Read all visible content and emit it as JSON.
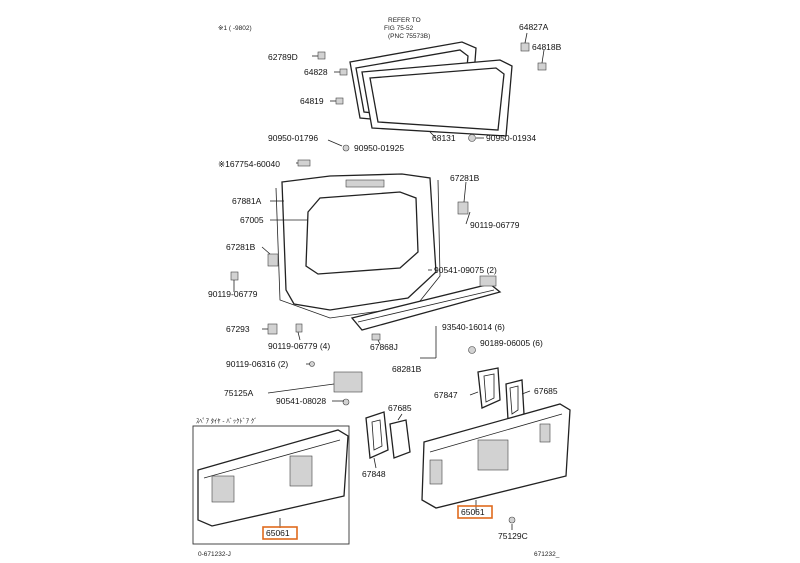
{
  "diagram": {
    "note_top": "※1 ( -9802)",
    "refer_note": [
      "REFER TO",
      "FIG 75-52",
      "(PNC 75573B)"
    ],
    "labels": {
      "p64827A": "64827A",
      "p64818B": "64818B",
      "p62789D": "62789D",
      "p64828": "64828",
      "p64819": "64819",
      "p68131": "68131",
      "p90950_01934": "90950-01934",
      "p90950_01796": "90950-01796",
      "p90950_01925": "90950-01925",
      "p67754_60040": "※167754-60040",
      "p67281B_r": "67281B",
      "p67881A": "67881A",
      "p67005": "67005",
      "p90119_06779_r": "90119-06779",
      "p67281B_l": "67281B",
      "p90541_09075": "90541-09075 (2)",
      "p90119_06779_l": "90119-06779",
      "p67293": "67293",
      "p93540_16014": "93540-16014 (6)",
      "p90119_06779_4": "90119-06779 (4)",
      "p67868J": "67868J",
      "p90189_06005": "90189-06005 (6)",
      "p90119_06316": "90119-06316 (2)",
      "p68281B": "68281B",
      "p75125A": "75125A",
      "p67847": "67847",
      "p67685_r": "67685",
      "p90541_08028": "90541-08028",
      "p67685_l": "67685",
      "p67848": "67848",
      "p65061_l": "65061",
      "p65061_r": "65061",
      "p75129C": "75129C"
    },
    "inset_caption": "ｽﾍﾟｱ ﾀｲﾔ - ﾊﾞｯｸﾄﾞｱ ｸﾞ",
    "footer_left": "0-671232-J",
    "footer_right": "671232_",
    "highlight_color": "#e06a1d"
  }
}
